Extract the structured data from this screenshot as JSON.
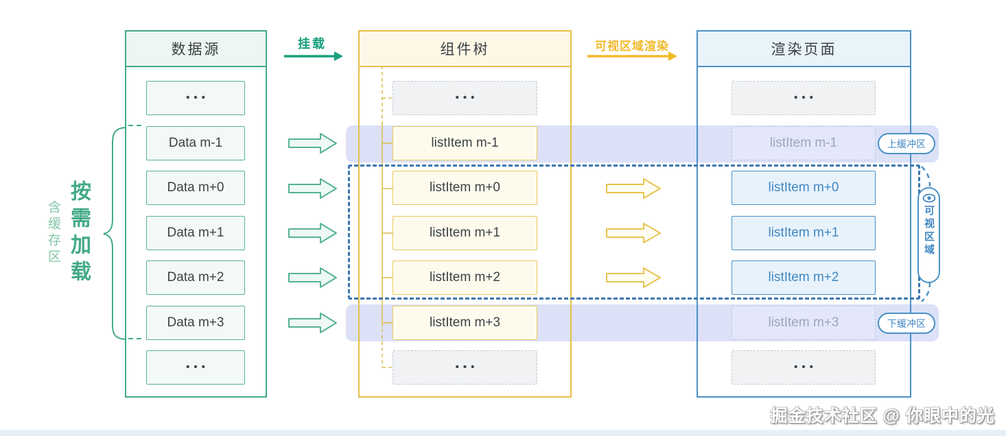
{
  "diagram": {
    "watermark": "掘金技术社区 @ 你眼中的光"
  },
  "colors": {
    "green_accent": "#19a07d",
    "green_border": "#43a987",
    "yellow_accent": "#f2b929",
    "yellow_border": "#e5c04a",
    "blue_accent": "#4187c2",
    "blue_border": "#4a90c6",
    "viewport_dash": "#3a76b0",
    "buffer_band": "#dce1f8"
  },
  "annotations": {
    "load_on_demand": "按需加载",
    "with_cache": "含缓存区",
    "mount": "挂载",
    "viewport_render": "可视区域渲染",
    "upper_buffer": "上缓冲区",
    "lower_buffer": "下缓冲区",
    "viewport": "可视区域"
  },
  "datasource": {
    "title": "数据源",
    "items": [
      {
        "label": "•••"
      },
      {
        "label": "Data m-1"
      },
      {
        "label": "Data m+0"
      },
      {
        "label": "Data m+1"
      },
      {
        "label": "Data m+2"
      },
      {
        "label": "Data m+3"
      },
      {
        "label": "•••"
      }
    ]
  },
  "component_tree": {
    "title": "组件树",
    "items": [
      {
        "label": "•••"
      },
      {
        "label": "listItem m-1"
      },
      {
        "label": "listItem m+0"
      },
      {
        "label": "listItem m+1"
      },
      {
        "label": "listItem m+2"
      },
      {
        "label": "listItem m+3"
      },
      {
        "label": "•••"
      }
    ]
  },
  "render_page": {
    "title": "渲染页面",
    "items": [
      {
        "label": "•••",
        "state": "collapsed"
      },
      {
        "label": "listItem m-1",
        "state": "buffer"
      },
      {
        "label": "listItem m+0",
        "state": "visible"
      },
      {
        "label": "listItem m+1",
        "state": "visible"
      },
      {
        "label": "listItem m+2",
        "state": "visible"
      },
      {
        "label": "listItem m+3",
        "state": "buffer"
      },
      {
        "label": "•••",
        "state": "collapsed"
      }
    ]
  }
}
